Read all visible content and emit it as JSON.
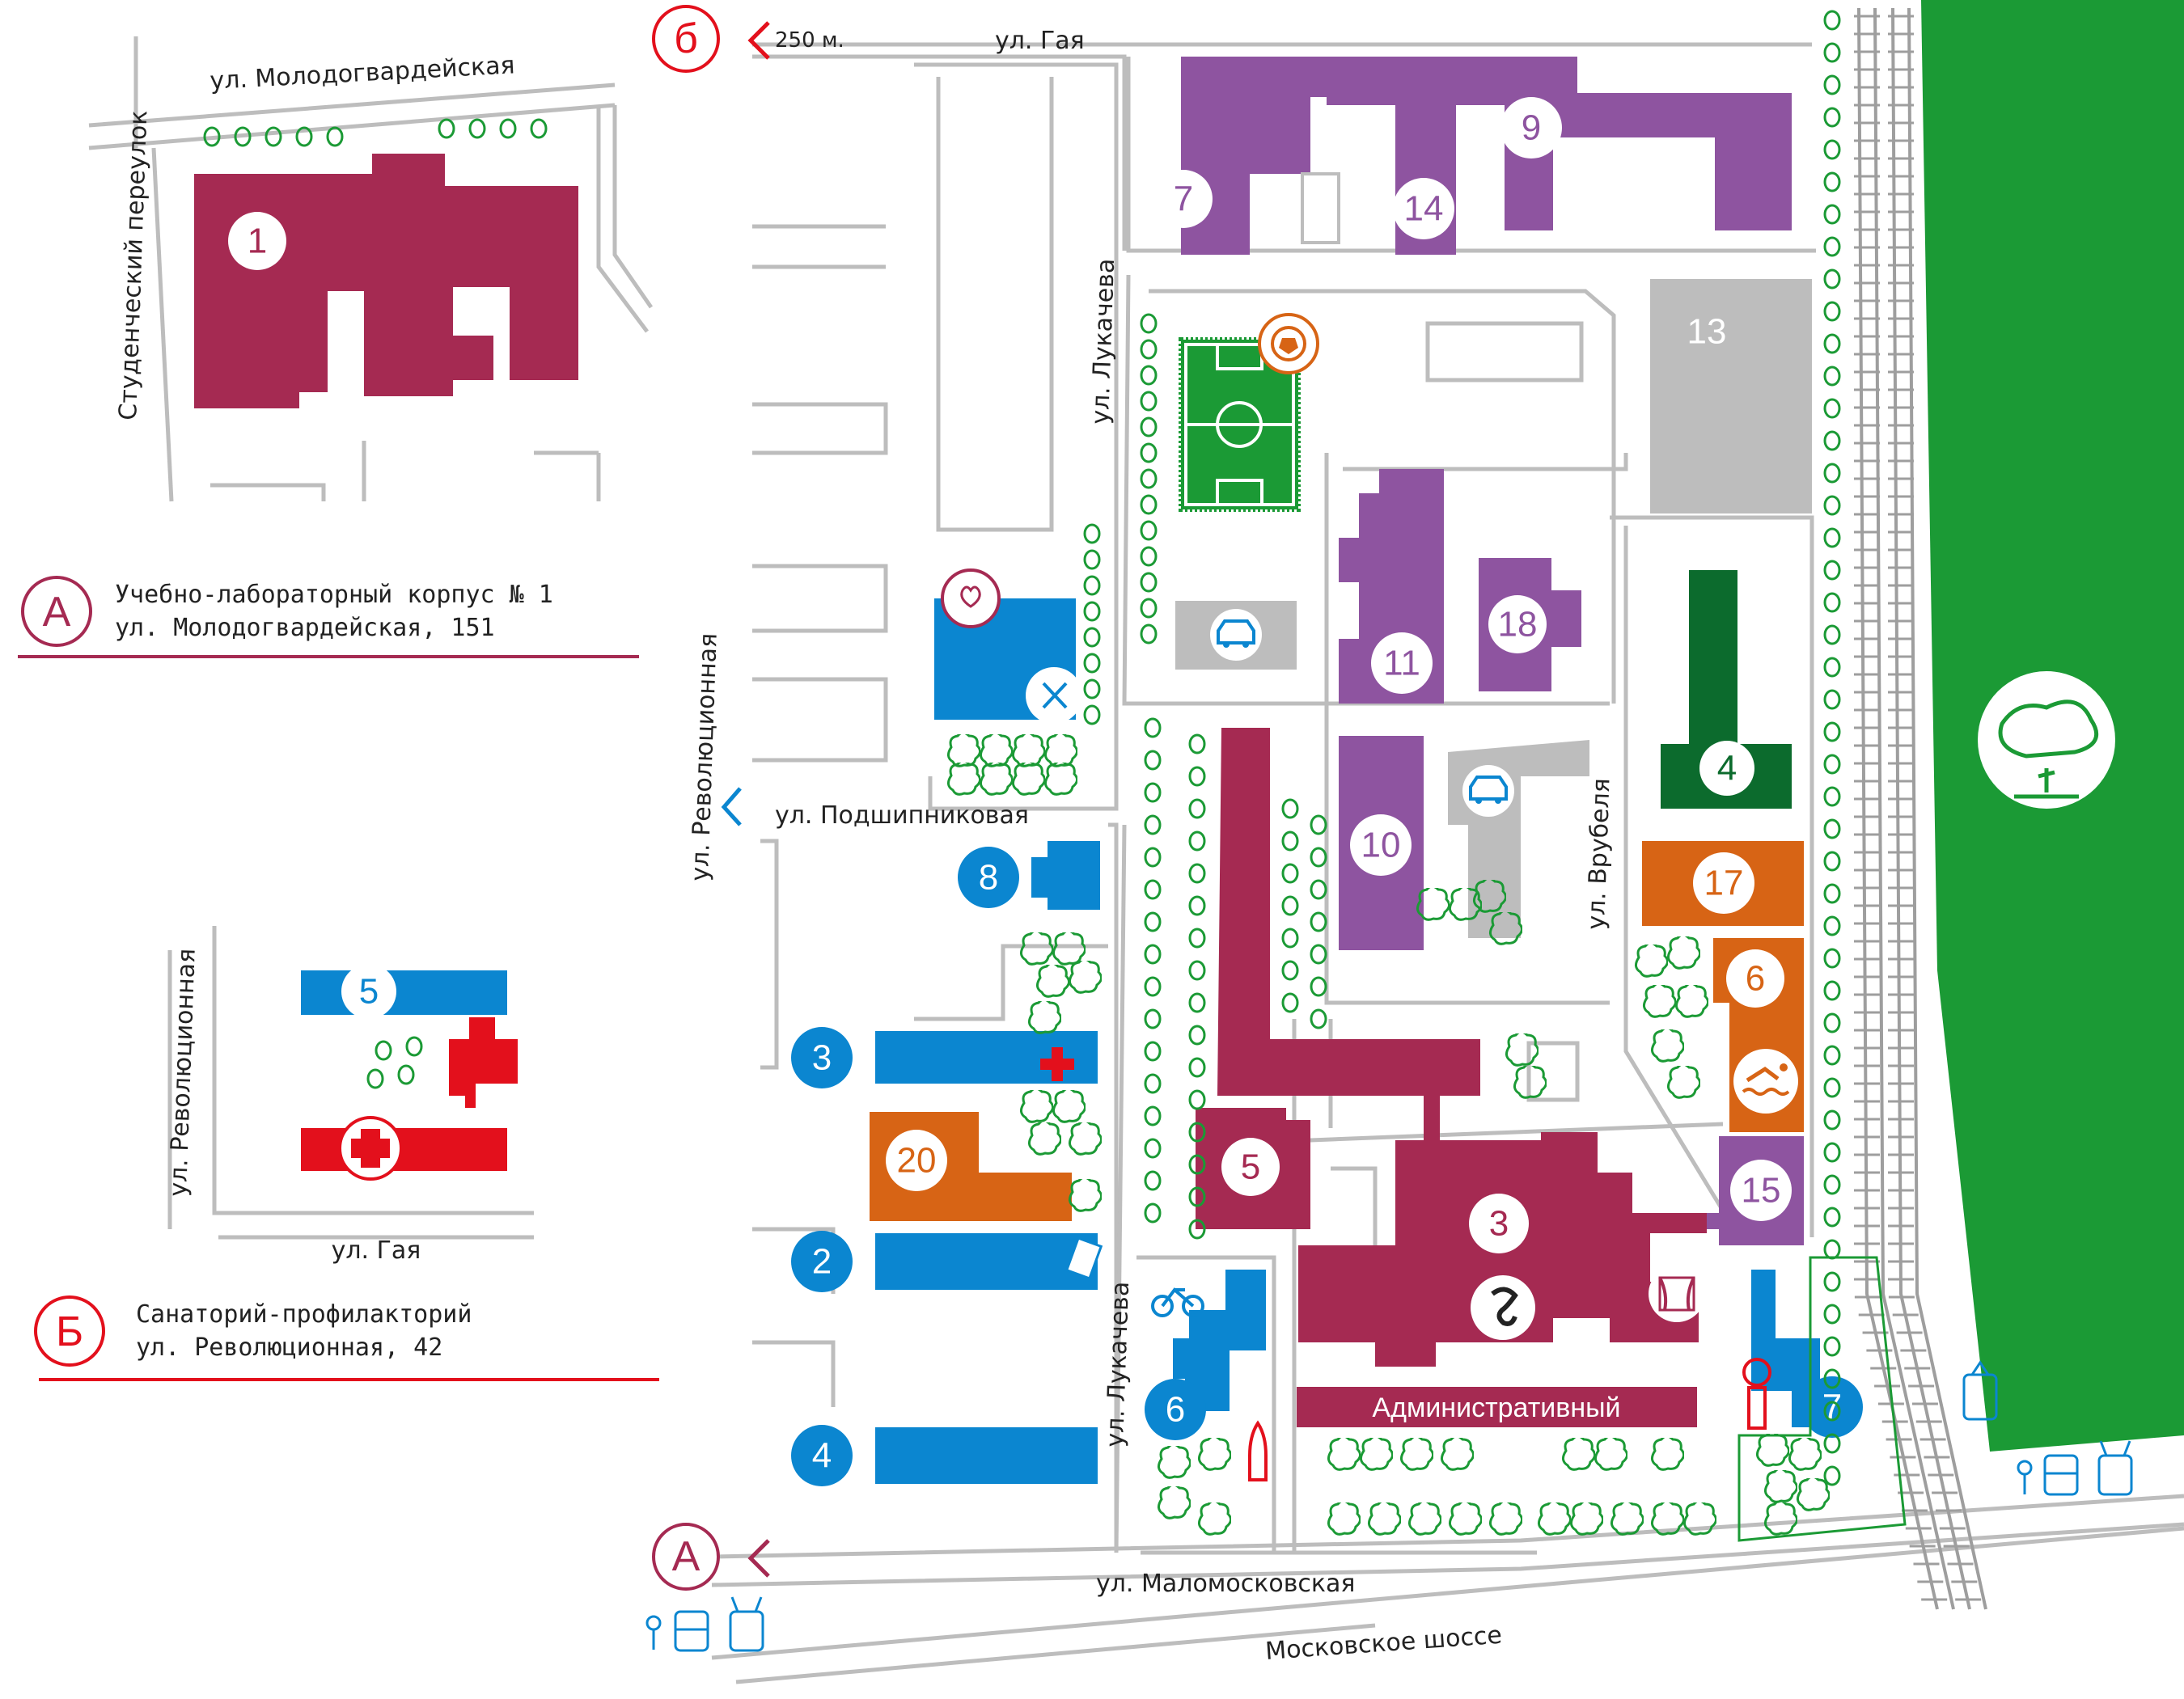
{
  "colors": {
    "maroon": "#a52a52",
    "purple": "#8e54a0",
    "blue": "#0b86d0",
    "orange": "#d76415",
    "green": "#1b9a35",
    "dark_green": "#0c6b2d",
    "gray": "#bdbdbd",
    "red": "#e3101c"
  },
  "legend": {
    "a": {
      "letter": "А",
      "line1": "Учебно-лабораторный корпус № 1",
      "line2": "ул. Молодогвардейская, 151"
    },
    "b": {
      "letter": "Б",
      "line1": "Санаторий-профилакторий",
      "line2": "ул. Революционная, 42"
    }
  },
  "streets": {
    "molodogvardeyskaya": "ул. Молодогвардейская",
    "studencheskiy": "Студенческий переулок",
    "revolyutsionnaya": "ул. Революционная",
    "gaya": "ул. Гая",
    "lukacheva": "ул. Лукачева",
    "podshipnikovaya": "ул. Подшипниковая",
    "vrubelya": "ул. Врубеля",
    "malomoskovskaya": "ул. Маломосковская",
    "moskovskoe_shosse": "Московское шоссе",
    "distance": "250 м."
  },
  "markers": {
    "a": "А",
    "b": "б"
  },
  "buildings": {
    "b1": "1",
    "b5_sanatorium": "5",
    "b7_purple": "7",
    "b14": "14",
    "b9": "9",
    "b13": "13",
    "b11": "11",
    "b18": "18",
    "b4_green": "4",
    "b10": "10",
    "b17": "17",
    "b6_orange": "6",
    "b15": "15",
    "b8": "8",
    "b3_blue": "3",
    "b20": "20",
    "b2": "2",
    "b4_blue": "4",
    "b6_blue": "6",
    "b7_blue": "7",
    "b5_maroon": "5",
    "b3_maroon": "3",
    "administrative": "Административный"
  },
  "icons": [
    "football-icon",
    "parking-icon",
    "health-care-icon",
    "canteen-icon",
    "pharmacy-cross-icon",
    "ticket-icon",
    "bicycle-icon",
    "rocket-icon",
    "swimming-icon",
    "theater-icon",
    "monument-icon",
    "park-tree-icon",
    "tram-icon",
    "bus-icon",
    "trolleybus-icon",
    "bus-stop-icon",
    "medical-cross-icon"
  ]
}
